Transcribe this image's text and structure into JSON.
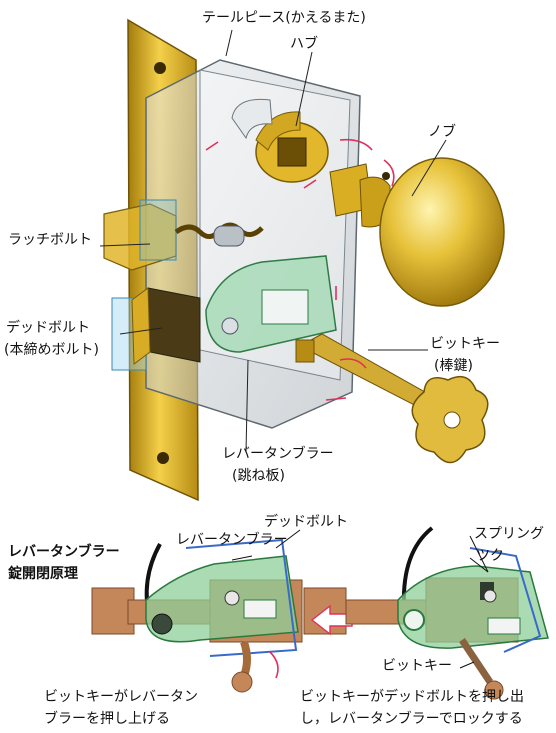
{
  "top_labels": {
    "tail_piece": "テールピース(かえるまた)",
    "hub": "ハブ",
    "knob": "ノブ",
    "latch_bolt": "ラッチボルト",
    "dead_bolt": "デッドボルト",
    "dead_bolt_sub": "(本締めボルト)",
    "bit_key": "ビットキー",
    "bit_key_sub": "(棒鍵)",
    "lever_tumbler": "レバータンブラー",
    "lever_tumbler_sub": "(跳ね板)"
  },
  "bottom": {
    "section_title_1": "レバータンブラー",
    "section_title_2": "錠開閉原理",
    "left_tumbler_label": "レバータンブラー",
    "deadbolt_label": "デッドボルト",
    "spring_label_1": "スプリング",
    "spring_label_2": "ツク",
    "bitkey_label": "ビットキー",
    "caption_left_1": "ビットキーがレバータン",
    "caption_left_2": "ブラーを押し上げる",
    "caption_right_1": "ビットキーがデッドボルトを押し出",
    "caption_right_2": "し，レバータンブラーでロックする"
  },
  "colors": {
    "brass": "#d4a81e",
    "brass_dark": "#a57c0c",
    "steel": "#c3c9ce",
    "bolt_brown": "#c4875a",
    "tumbler_green": "#8fcf9a",
    "arrow_pink": "#e0305a"
  }
}
